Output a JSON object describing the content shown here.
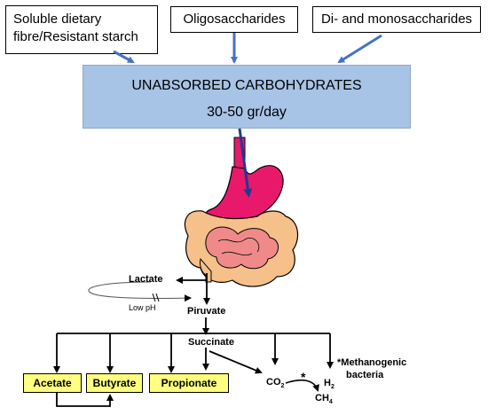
{
  "sources": {
    "fibre": "Soluble dietary fibre/Resistant starch",
    "oligo": "Oligosaccharides",
    "mono": "Di- and monosaccharides"
  },
  "main": {
    "title": "UNABSORBED CARBOHYDRATES",
    "amount": "30-50 gr/day"
  },
  "pathway": {
    "lactate": "Lactate",
    "low_ph": "Low pH",
    "piruvate": "Piruvate",
    "succinate": "Succinate",
    "acetate": "Acetate",
    "butyrate": "Butyrate",
    "propionate": "Propionate",
    "co2_main": "CO",
    "co2_sub": "2",
    "h2_main": "H",
    "h2_sub": "2",
    "ch4_main": "CH",
    "ch4_sub": "4",
    "star": "*",
    "methanogenic": "*Methanogenic",
    "bacteria": "bacteria"
  },
  "colors": {
    "box_blue": "#a7c3e5",
    "arrow_blue": "#4472c4",
    "yellow": "#ffff80",
    "stomach": "#e8196b",
    "intestine_outer": "#f5c08a",
    "intestine_inner": "#f08a8a"
  }
}
